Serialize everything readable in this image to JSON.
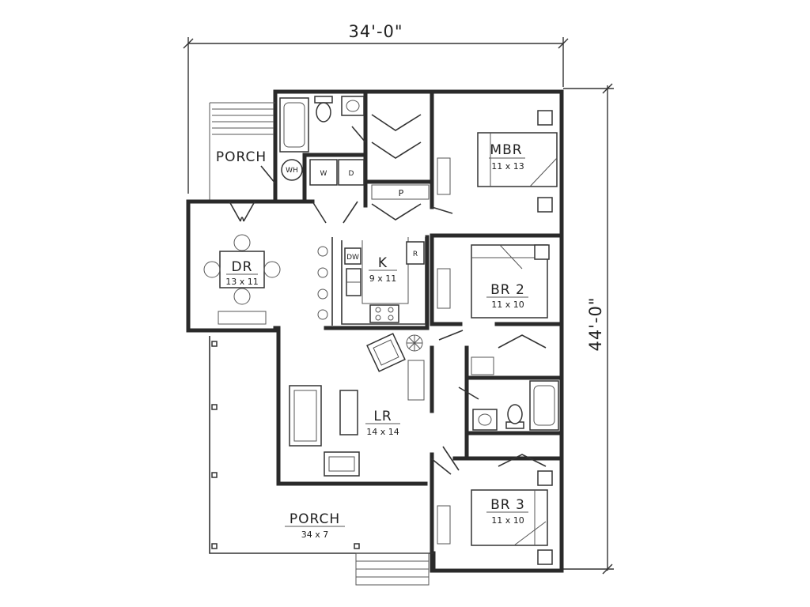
{
  "dimensions": {
    "width": "34'-0\"",
    "depth": "44'-0\""
  },
  "rooms": {
    "porch_top": {
      "name": "PORCH"
    },
    "mbr": {
      "name": "MBR",
      "size": "11 x 13"
    },
    "dr": {
      "name": "DR",
      "size": "13 x 11"
    },
    "kitchen": {
      "name": "K",
      "size": "9 x 11"
    },
    "br2": {
      "name": "BR 2",
      "size": "11 x 10"
    },
    "lr": {
      "name": "LR",
      "size": "14 x 14"
    },
    "br3": {
      "name": "BR 3",
      "size": "11 x 10"
    },
    "porch_front": {
      "name": "PORCH",
      "size": "34 x 7"
    }
  },
  "fixtures": {
    "water_heater": "WH",
    "washer": "W",
    "dryer": "D",
    "pantry": "P",
    "dishwasher": "DW",
    "refrigerator": "R"
  }
}
